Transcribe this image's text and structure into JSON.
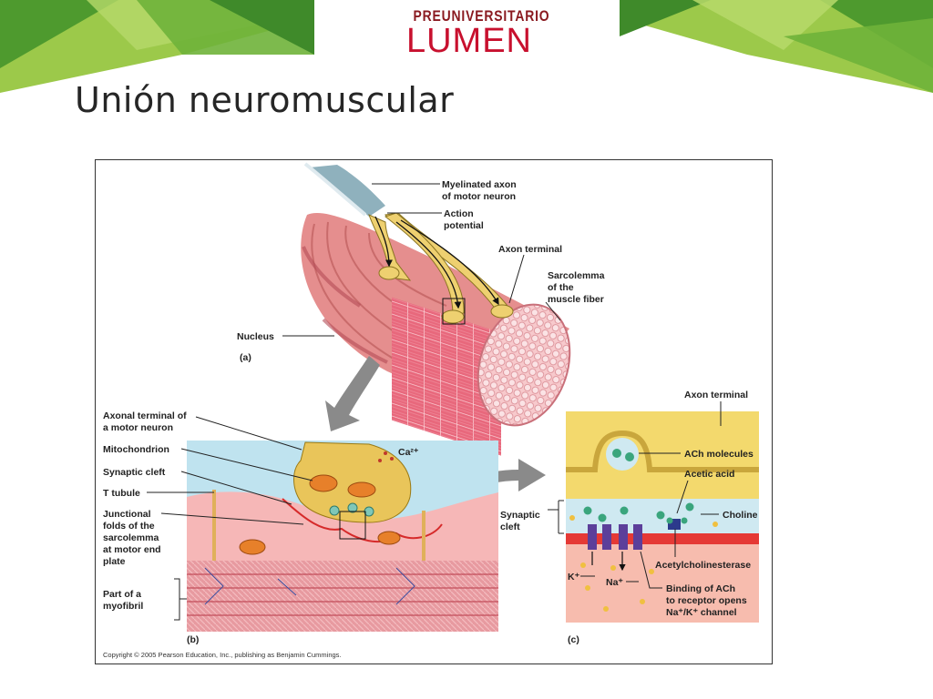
{
  "header": {
    "logo_top": "PREUNIVERSITARIO",
    "logo_main": "LUMEN"
  },
  "slide": {
    "title": "Unión neuromuscular"
  },
  "colors": {
    "brand_green": "#8dc63f",
    "brand_dark_green": "#4b8f29",
    "brand_red": "#c8102e",
    "muscle_pink": "#e88a8a",
    "axon_yellow": "#f2d46a",
    "cleft_blue": "#bfe3ef",
    "sarcolemma_red": "#e53935"
  },
  "figure": {
    "labels": {
      "myelinated_axon": [
        "Myelinated axon",
        "of motor neuron"
      ],
      "action_potential": [
        "Action",
        "potential"
      ],
      "axon_terminal_a": [
        "Axon terminal"
      ],
      "sarcolemma": [
        "Sarcolemma",
        "of the",
        "muscle fiber"
      ],
      "nucleus": [
        "Nucleus"
      ],
      "panel_a": [
        "(a)"
      ],
      "axonal_terminal_b": [
        "Axonal terminal of",
        "a motor neuron"
      ],
      "mitochondrion": [
        "Mitochondrion"
      ],
      "synaptic_cleft_b": [
        "Synaptic cleft"
      ],
      "t_tubule": [
        "T tubule"
      ],
      "junctional_folds": [
        "Junctional",
        "folds of the",
        "sarcolemma",
        "at motor end",
        "plate"
      ],
      "myofibril": [
        "Part of a",
        "myofibril"
      ],
      "panel_b": [
        "(b)"
      ],
      "ca": [
        "Ca²⁺"
      ],
      "axon_terminal_c": [
        "Axon terminal"
      ],
      "ach_molecules": [
        "ACh molecules"
      ],
      "acetic_acid": [
        "Acetic acid"
      ],
      "synaptic_cleft_c": [
        "Synaptic",
        "cleft"
      ],
      "choline": [
        "Choline"
      ],
      "acetylcholinesterase": [
        "Acetylcholinesterase"
      ],
      "k_ion": [
        "K⁺"
      ],
      "na_ion": [
        "Na⁺"
      ],
      "binding": [
        "Binding of ACh",
        "to receptor opens",
        "Na⁺/K⁺ channel"
      ],
      "panel_c": [
        "(c)"
      ]
    },
    "copyright": "Copyright © 2005 Pearson Education, Inc., publishing as Benjamin Cummings."
  }
}
